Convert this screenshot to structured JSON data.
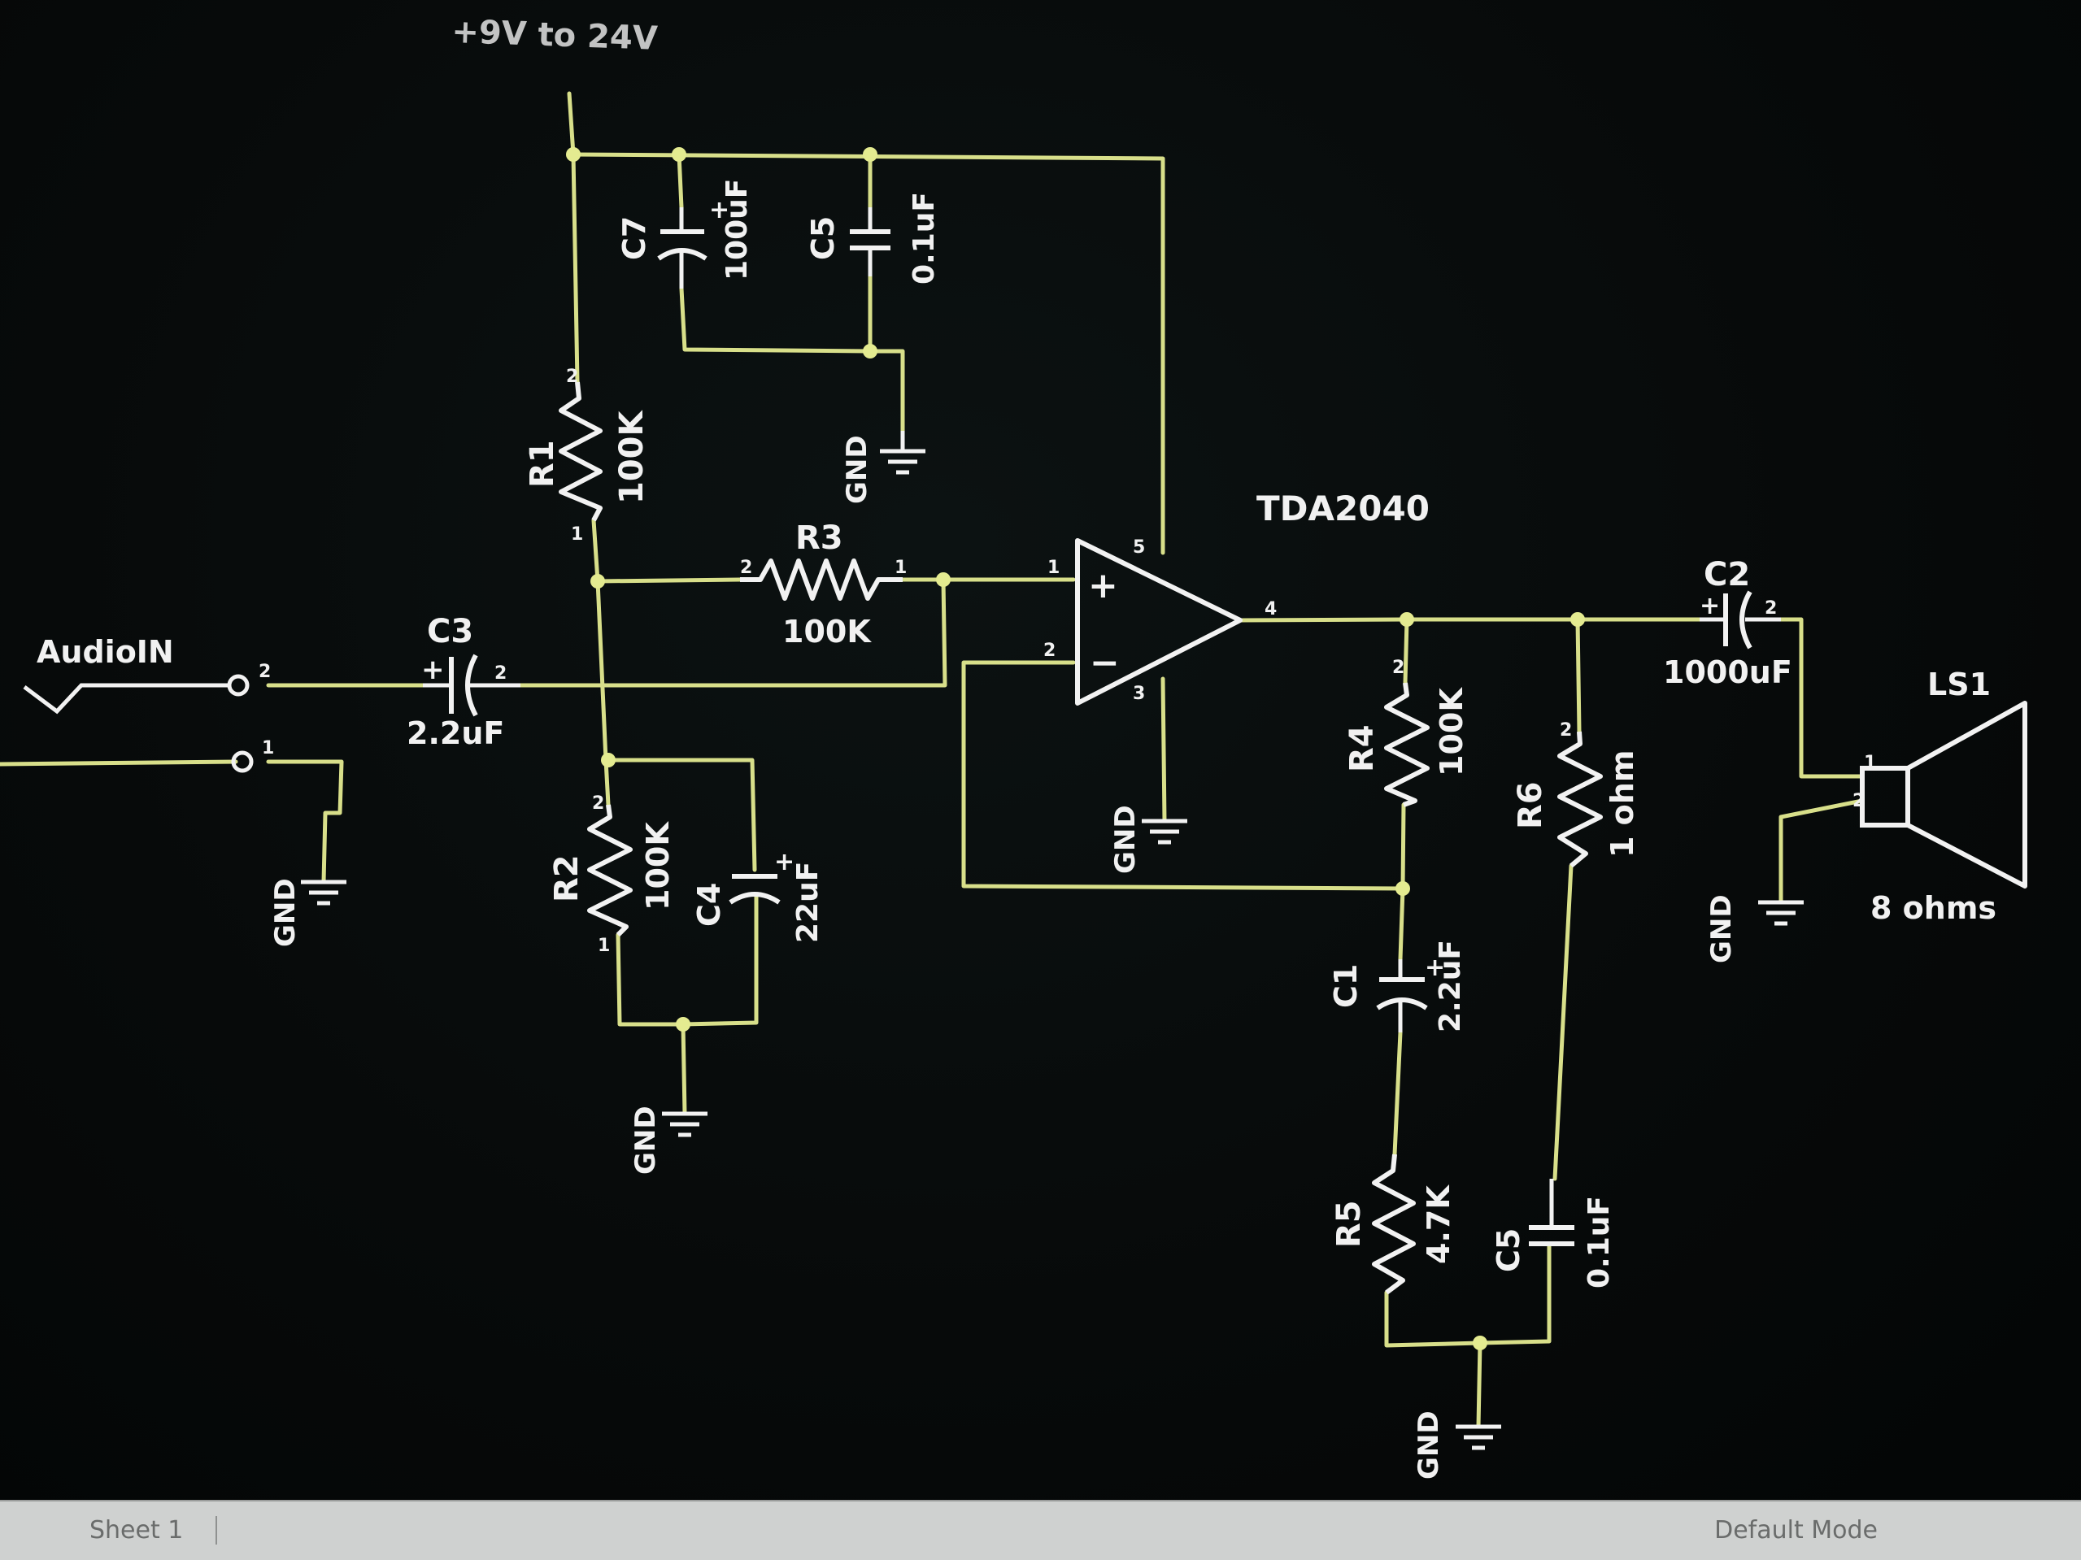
{
  "diagram": {
    "supply_label": "+9V to 24V",
    "chip_label": "TDA2040",
    "input_label": "AudioIN",
    "ground_label": "GND",
    "components": {
      "R1": {
        "ref": "R1",
        "value": "100K"
      },
      "R2": {
        "ref": "R2",
        "value": "100K"
      },
      "R3": {
        "ref": "R3",
        "value": "100K"
      },
      "R4": {
        "ref": "R4",
        "value": "100K"
      },
      "R5": {
        "ref": "R5",
        "value": "4.7K"
      },
      "R6": {
        "ref": "R6",
        "value": "1 ohm"
      },
      "C1": {
        "ref": "C1",
        "value": "2.2uF"
      },
      "C2": {
        "ref": "C2",
        "value": "1000uF"
      },
      "C3": {
        "ref": "C3",
        "value": "2.2uF"
      },
      "C4": {
        "ref": "C4",
        "value": "22uF"
      },
      "C5": {
        "ref": "C5",
        "value": "0.1uF"
      },
      "C6": {
        "ref": "C5",
        "value": "0.1uF"
      },
      "C7": {
        "ref": "C7",
        "value": "100uF"
      },
      "LS1": {
        "ref": "LS1",
        "value": "8 ohms"
      }
    },
    "pins": {
      "one": "1",
      "two": "2",
      "three": "3",
      "four": "4",
      "five": "5"
    },
    "op_plus": "+",
    "op_minus": "−",
    "polarity_plus": "+"
  },
  "status_bar": {
    "sheet_tab": "Sheet 1",
    "mode": "Default Mode"
  },
  "colors": {
    "wire": "#d8df8a",
    "junction": "#e4eb90",
    "symbol": "#f2f2f2",
    "background": "#050707",
    "status_bar": "#cfd1d0"
  }
}
